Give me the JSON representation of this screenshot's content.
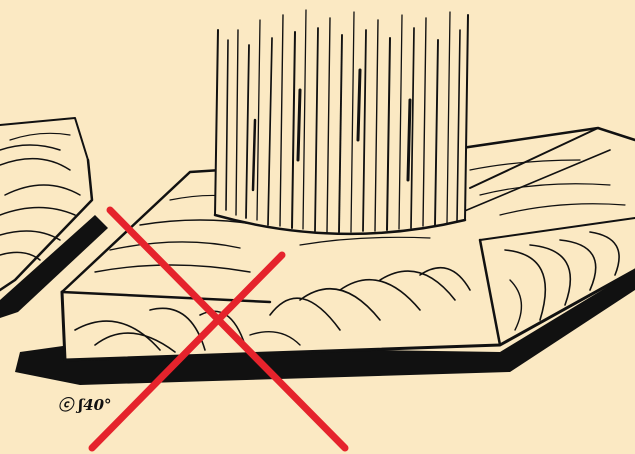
{
  "illustration": {
    "signature_text": "ⓒ ʃ40°",
    "background_color": "#fbe9c3",
    "ink_color": "#111111",
    "cross_color": "#e5232c",
    "subjects": [
      "post-base-wood-block",
      "wood-block-left-fragment"
    ],
    "marker": "incorrect-x-mark"
  }
}
